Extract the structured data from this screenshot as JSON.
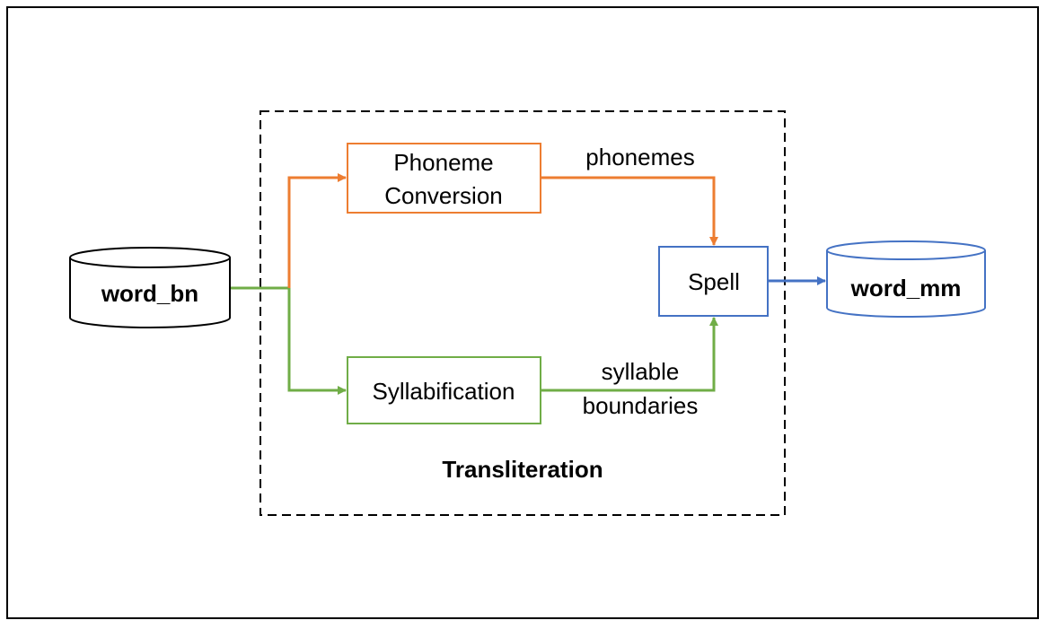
{
  "diagram": {
    "input_store": {
      "label": "word_bn"
    },
    "output_store": {
      "label": "word_mm"
    },
    "group": {
      "label": "Transliteration"
    },
    "nodes": {
      "phoneme": {
        "line1": "Phoneme",
        "line2": "Conversion"
      },
      "syllab": {
        "label": "Syllabification"
      },
      "spell": {
        "label": "Spell"
      }
    },
    "edges": {
      "phonemes_label": "phonemes",
      "syllable_label_1": "syllable",
      "syllable_label_2": "boundaries"
    },
    "colors": {
      "orange": "#ED7D31",
      "green": "#70AD47",
      "blue": "#4472C4",
      "black": "#000000"
    }
  }
}
